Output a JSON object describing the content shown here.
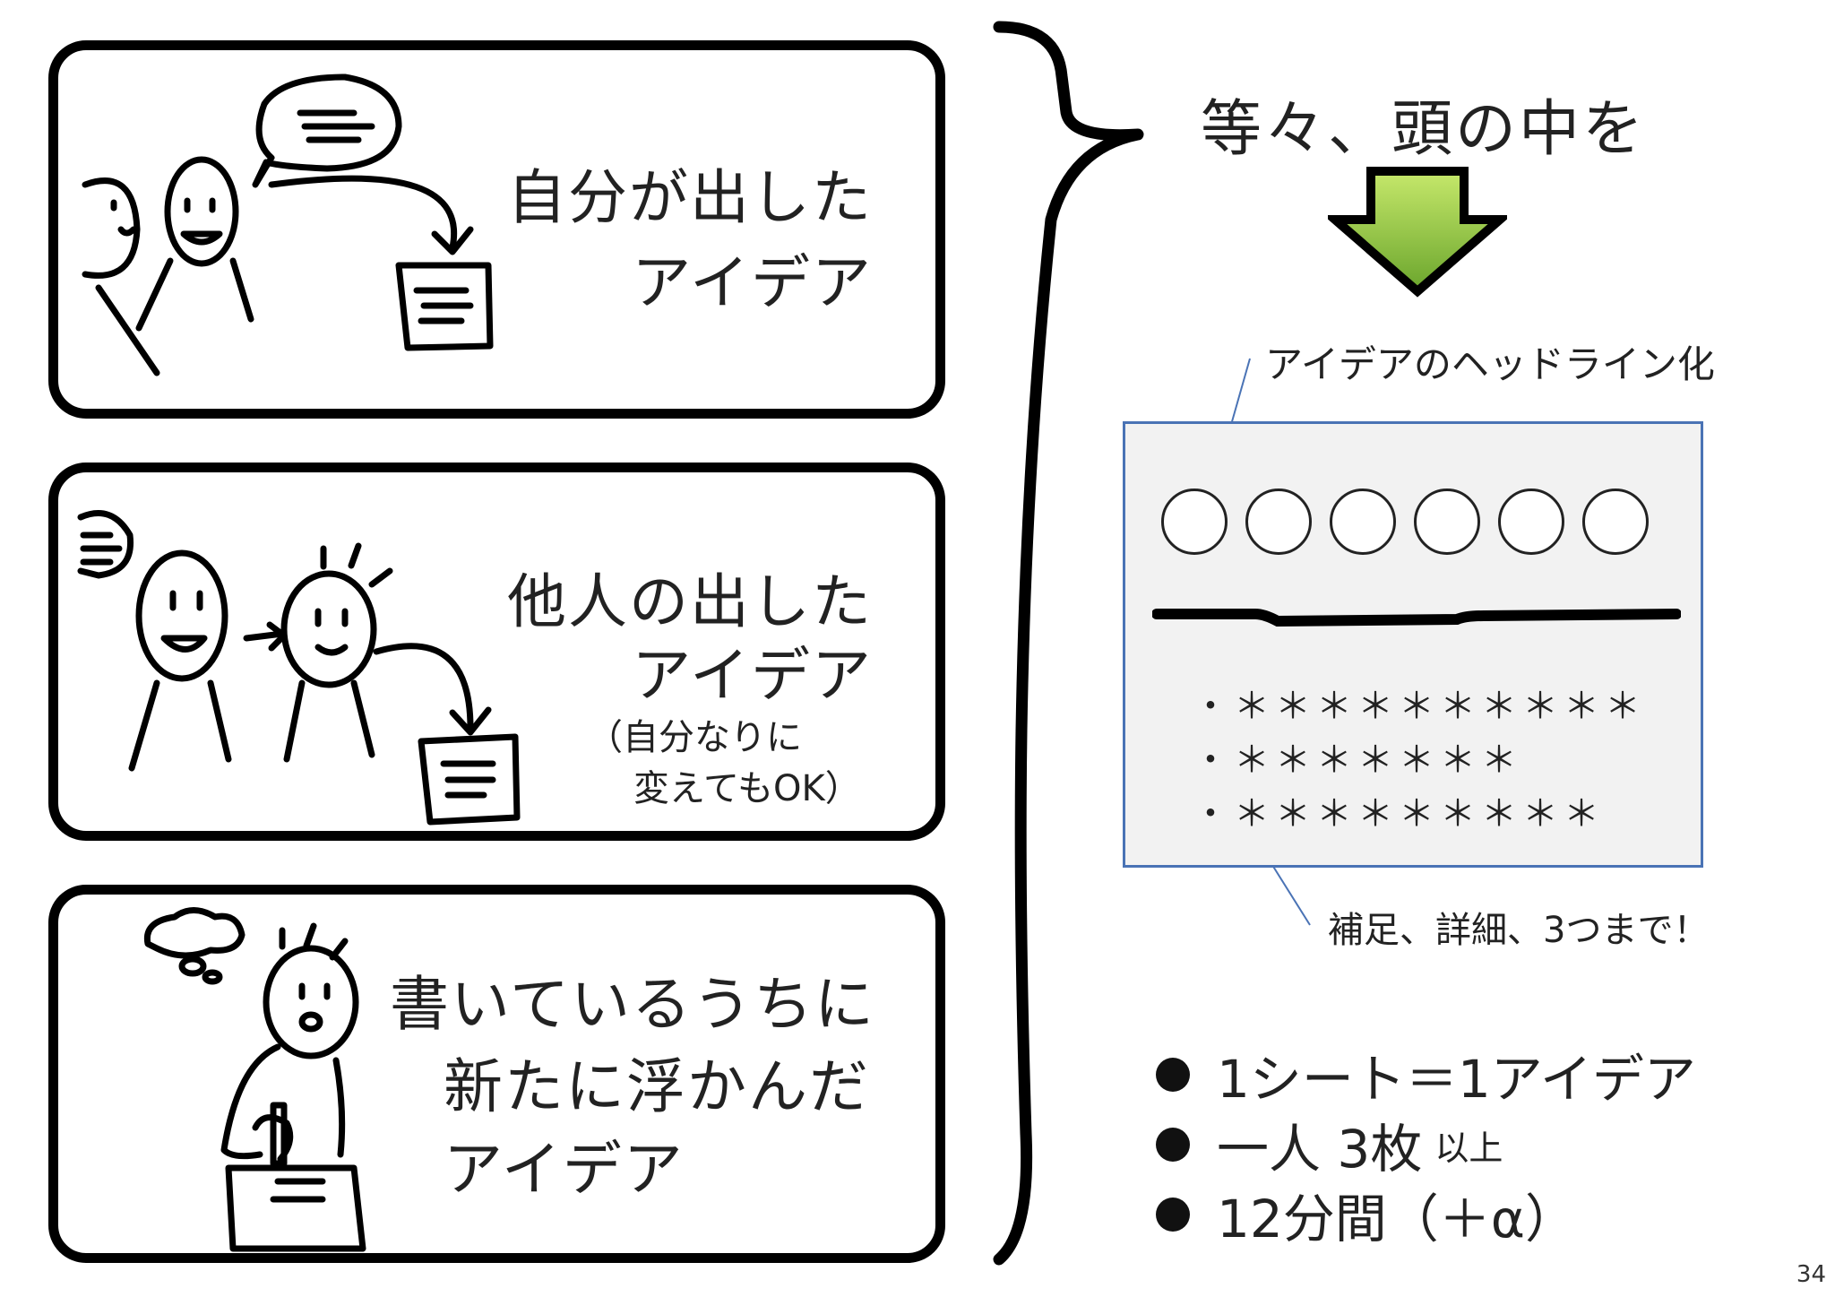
{
  "panels": [
    {
      "lines": [
        "自分が出した",
        "アイデア"
      ]
    },
    {
      "lines": [
        "他人の出した",
        "アイデア"
      ],
      "note": [
        "（自分なりに",
        "変えてもOK）"
      ]
    },
    {
      "lines": [
        "書いているうちに",
        "新たに浮かんだ",
        "アイデア"
      ]
    }
  ],
  "right": {
    "heading": "等々、頭の中を",
    "headline_label": "アイデアのヘッドライン化",
    "card": {
      "circles": [
        "○",
        "○",
        "○",
        "○",
        "○",
        "○"
      ],
      "bullets": [
        "・＊＊＊＊＊＊＊＊＊＊",
        "・＊＊＊＊＊＊＊",
        "・＊＊＊＊＊＊＊＊＊"
      ]
    },
    "supplement_label": "補足、詳細、3つまで！",
    "rules": [
      {
        "text": "1シート＝1アイデア",
        "suffix": ""
      },
      {
        "text": "一人 3枚",
        "suffix": "以上"
      },
      {
        "text": "12分間（＋α）",
        "suffix": ""
      }
    ]
  },
  "page_number": "34",
  "colors": {
    "arrow_green": "#8bc34a",
    "card_border": "#4a73b5",
    "card_bg": "#f2f2f2"
  }
}
